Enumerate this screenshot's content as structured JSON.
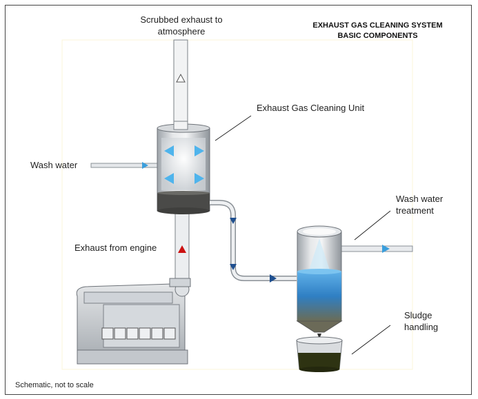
{
  "diagram": {
    "title_line1": "EXHAUST GAS CLEANING SYSTEM",
    "title_line2": "BASIC COMPONENTS",
    "labels": {
      "scrubbed_exhaust_line1": "Scrubbed exhaust to",
      "scrubbed_exhaust_line2": "atmosphere",
      "cleaning_unit": "Exhaust Gas Cleaning Unit",
      "wash_water": "Wash water",
      "exhaust_from_engine": "Exhaust from engine",
      "treatment_line1": "Wash water",
      "treatment_line2": "treatment",
      "sludge_line1": "Sludge",
      "sludge_line2": "handling"
    },
    "footnote": "Schematic, not to scale",
    "colors": {
      "flow_arrow_blue": "#1f5fa8",
      "exhaust_arrow_red": "#cc1111",
      "spray_arrow": "#4fb4ec",
      "water_blue": "#2f7fc3",
      "sludge": "#2e3312",
      "pipe_gray": "#c8ccd0"
    }
  }
}
